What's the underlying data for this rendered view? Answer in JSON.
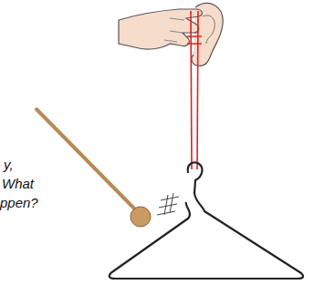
{
  "diagram": {
    "labels": [
      "y,",
      "What",
      "ppen?"
    ]
  }
}
